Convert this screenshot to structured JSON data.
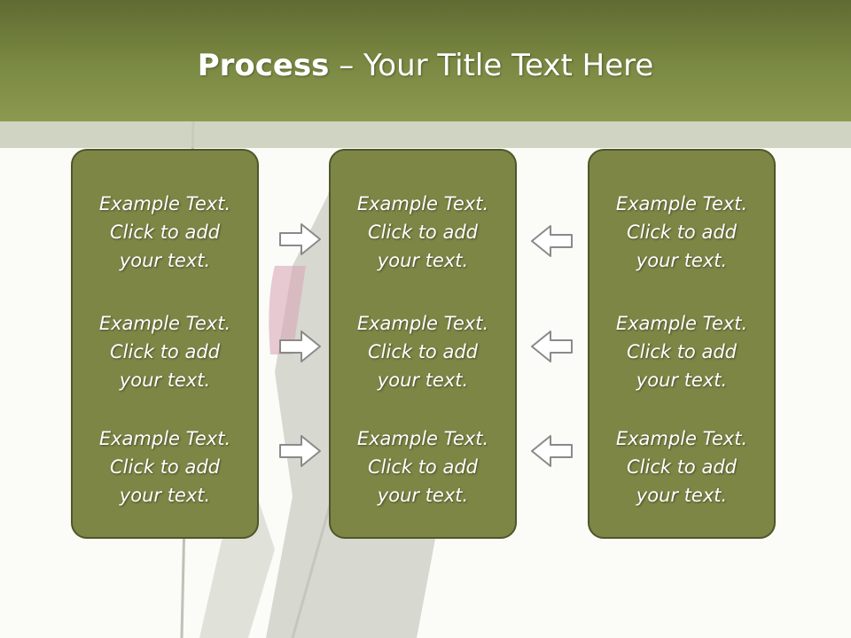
{
  "title": {
    "bold": "Process",
    "rest": " – Your Title Text Here"
  },
  "columns": [
    {
      "items": [
        {
          "lines": [
            "Example Text.",
            "Click  to add",
            "your text."
          ]
        },
        {
          "lines": [
            "Example Text.",
            "Click  to add",
            "your text."
          ]
        },
        {
          "lines": [
            "Example Text.",
            "Click  to add",
            "your text."
          ]
        }
      ]
    },
    {
      "items": [
        {
          "lines": [
            "Example Text.",
            "Click  to add",
            "your text."
          ]
        },
        {
          "lines": [
            "Example Text.",
            "Click  to add",
            "your text."
          ]
        },
        {
          "lines": [
            "Example Text.",
            "Click  to add",
            "your text."
          ]
        }
      ]
    },
    {
      "items": [
        {
          "lines": [
            "Example Text.",
            "Click  to add",
            "your text."
          ]
        },
        {
          "lines": [
            "Example Text.",
            "Click  to add",
            "your text."
          ]
        },
        {
          "lines": [
            "Example Text.",
            "Click  to add",
            "your text."
          ]
        }
      ]
    }
  ],
  "colors": {
    "header": "#7b8a43",
    "box": "#7d8645",
    "box_border": "#4f5628",
    "arrow_fill": "#ffffff",
    "arrow_stroke": "#8a8a8a"
  },
  "icons": {
    "left_arrows": "arrow-right-icon",
    "right_arrows": "arrow-left-icon"
  }
}
